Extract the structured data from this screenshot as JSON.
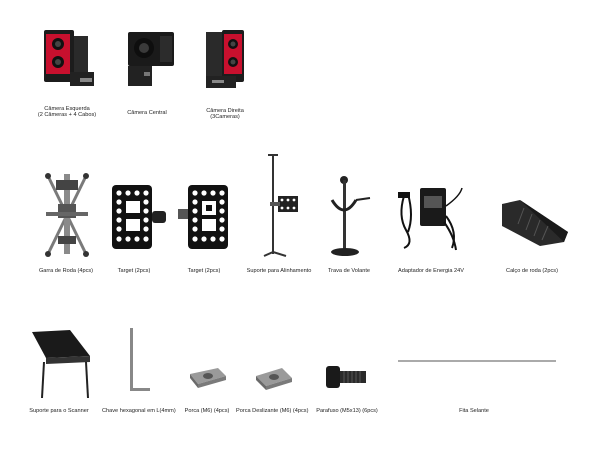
{
  "items": {
    "camera_left": {
      "line1": "Câmera Esquerda",
      "line2": "(2 Câmeras + 4 Cabos)"
    },
    "camera_center": {
      "line1": "Câmera Central"
    },
    "camera_right": {
      "line1": "Câmera Direita",
      "line2": "(3Cameras)"
    },
    "wheel_clamp": {
      "label": "Garra de Roda (4pcs)"
    },
    "target_1": {
      "label": "Target (2pcs)"
    },
    "target_2": {
      "label": "Target (2pcs)"
    },
    "alignment_stand": {
      "label": "Suporte para Alinhamento"
    },
    "steering_lock": {
      "label": "Trava de Volante"
    },
    "power_adapter": {
      "label": "Adaptador de Energia 24V"
    },
    "wheel_chock": {
      "label": "Calço de roda (2pcs)"
    },
    "scanner_stand": {
      "label": "Suporte para o Scanner"
    },
    "hex_key": {
      "label": "Chave hexagonal em L(4mm)"
    },
    "nut": {
      "label": "Porca (M6) (4pcs)"
    },
    "sliding_nut": {
      "label": "Porca Deslizante (M6) (4pcs)"
    },
    "screw": {
      "label": "Parafuso (M5x13) (6pcs)"
    },
    "sealing_tape": {
      "label": "Fita Selante"
    }
  }
}
